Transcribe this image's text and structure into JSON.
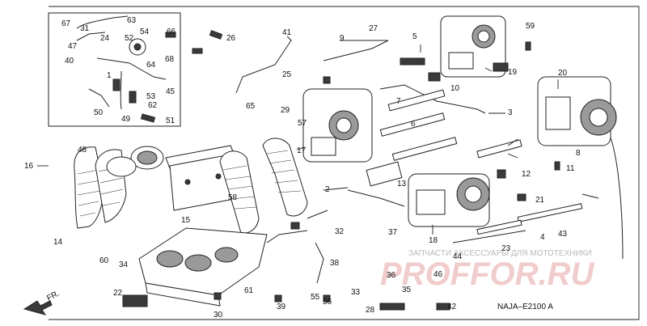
{
  "diagram": {
    "code": "NAJA–E2100 A",
    "fr_label": "FR.",
    "watermark_text": "ЗАПЧАСТИ АКСЕССУАРЫ ДЛЯ МОТОТЕХНИКИ",
    "watermark_logo": "PROFFOR.RU",
    "labels": [
      "1",
      "2",
      "3",
      "4",
      "5",
      "6",
      "7",
      "8",
      "9",
      "10",
      "11",
      "12",
      "13",
      "14",
      "15",
      "16",
      "17",
      "18",
      "19",
      "20",
      "21",
      "22",
      "23",
      "24",
      "25",
      "26",
      "27",
      "28",
      "29",
      "30",
      "31",
      "32",
      "33",
      "34",
      "35",
      "36",
      "37",
      "38",
      "39",
      "40",
      "41",
      "42",
      "43",
      "44",
      "45",
      "46",
      "47",
      "48",
      "49",
      "50",
      "51",
      "52",
      "53",
      "54",
      "55",
      "56",
      "57",
      "58",
      "59",
      "60",
      "61",
      "62",
      "63",
      "64",
      "65",
      "66",
      "67",
      "68"
    ]
  }
}
